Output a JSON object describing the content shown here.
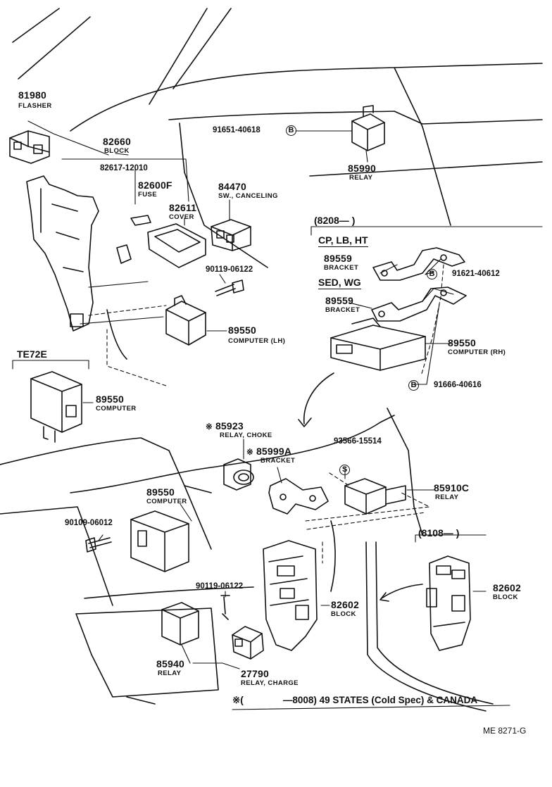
{
  "parts": {
    "p81980": {
      "num": "81980",
      "name": "FLASHER"
    },
    "p82660": {
      "num": "82660",
      "name": "BLOCK"
    },
    "p82617": {
      "num": "82617-12010"
    },
    "p82600f": {
      "num": "82600F",
      "name": "FUSE"
    },
    "p82611": {
      "num": "82611",
      "name": "COVER"
    },
    "p84470": {
      "num": "84470",
      "name": "SW., CANCELING"
    },
    "p85990": {
      "num": "85990",
      "name": "RELAY"
    },
    "p89550lh": {
      "num": "89550",
      "name": "COMPUTER (LH)"
    },
    "p89559a": {
      "num": "89559",
      "name": "BRACKET"
    },
    "p89559b": {
      "num": "89559",
      "name": "BRACKET"
    },
    "p89550rh": {
      "num": "89550",
      "name": "COMPUTER (RH)"
    },
    "p89550te": {
      "num": "89550",
      "name": "COMPUTER"
    },
    "p85923": {
      "num": "85923",
      "name": "RELAY, CHOKE"
    },
    "p85999a": {
      "num": "85999A",
      "name": "BRACKET"
    },
    "p85910c": {
      "num": "85910C",
      "name": "RELAY"
    },
    "p89550c": {
      "num": "89550",
      "name": "COMPUTER"
    },
    "p82602a": {
      "num": "82602",
      "name": "BLOCK"
    },
    "p82602b": {
      "num": "82602",
      "name": "BLOCK"
    },
    "p85940": {
      "num": "85940",
      "name": "RELAY"
    },
    "p27790": {
      "num": "27790",
      "name": "RELAY, CHARGE"
    }
  },
  "bolts": {
    "b91651": "91651-40618",
    "b90119a": "90119-06122",
    "b91621": "91621-40612",
    "b91666": "91666-40616",
    "b93566": "93566-15514",
    "b90109": "90109-06012",
    "b90119b": "90119-06122"
  },
  "marks": {
    "b": "B",
    "s": "S",
    "ref": "※"
  },
  "headers": {
    "h8208": "(8208—        )",
    "cp": "CP, LB, HT",
    "sed": "SED, WG",
    "te72e": "TE72E",
    "h8108": "(8108—          )",
    "footnote_prefix": "※(",
    "footnote_text": "—8008) 49 STATES (Cold Spec) & CANADA"
  },
  "code": "ME  8271-G"
}
